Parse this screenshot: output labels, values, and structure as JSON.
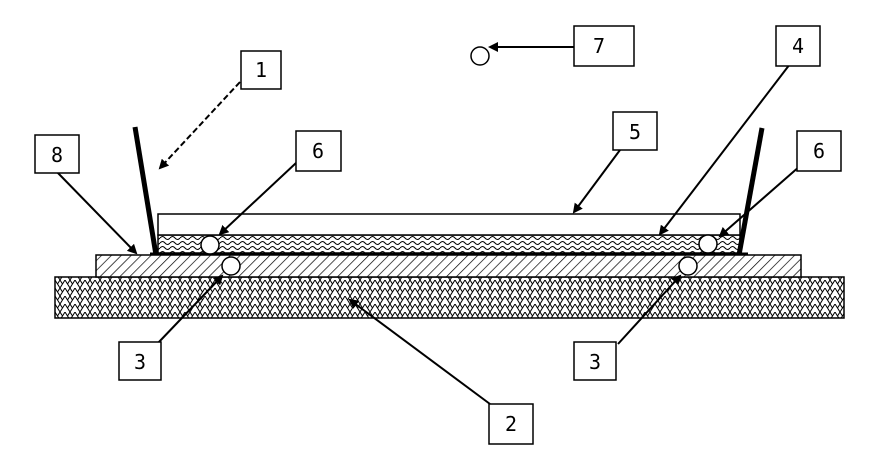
{
  "labels": {
    "l1": "1",
    "l2": "2",
    "l3a": "3",
    "l3b": "3",
    "l4": "4",
    "l5": "5",
    "l6a": "6",
    "l6b": "6",
    "l7": "7",
    "l8": "8"
  },
  "colors": {
    "line": "#000000",
    "background": "#ffffff"
  }
}
